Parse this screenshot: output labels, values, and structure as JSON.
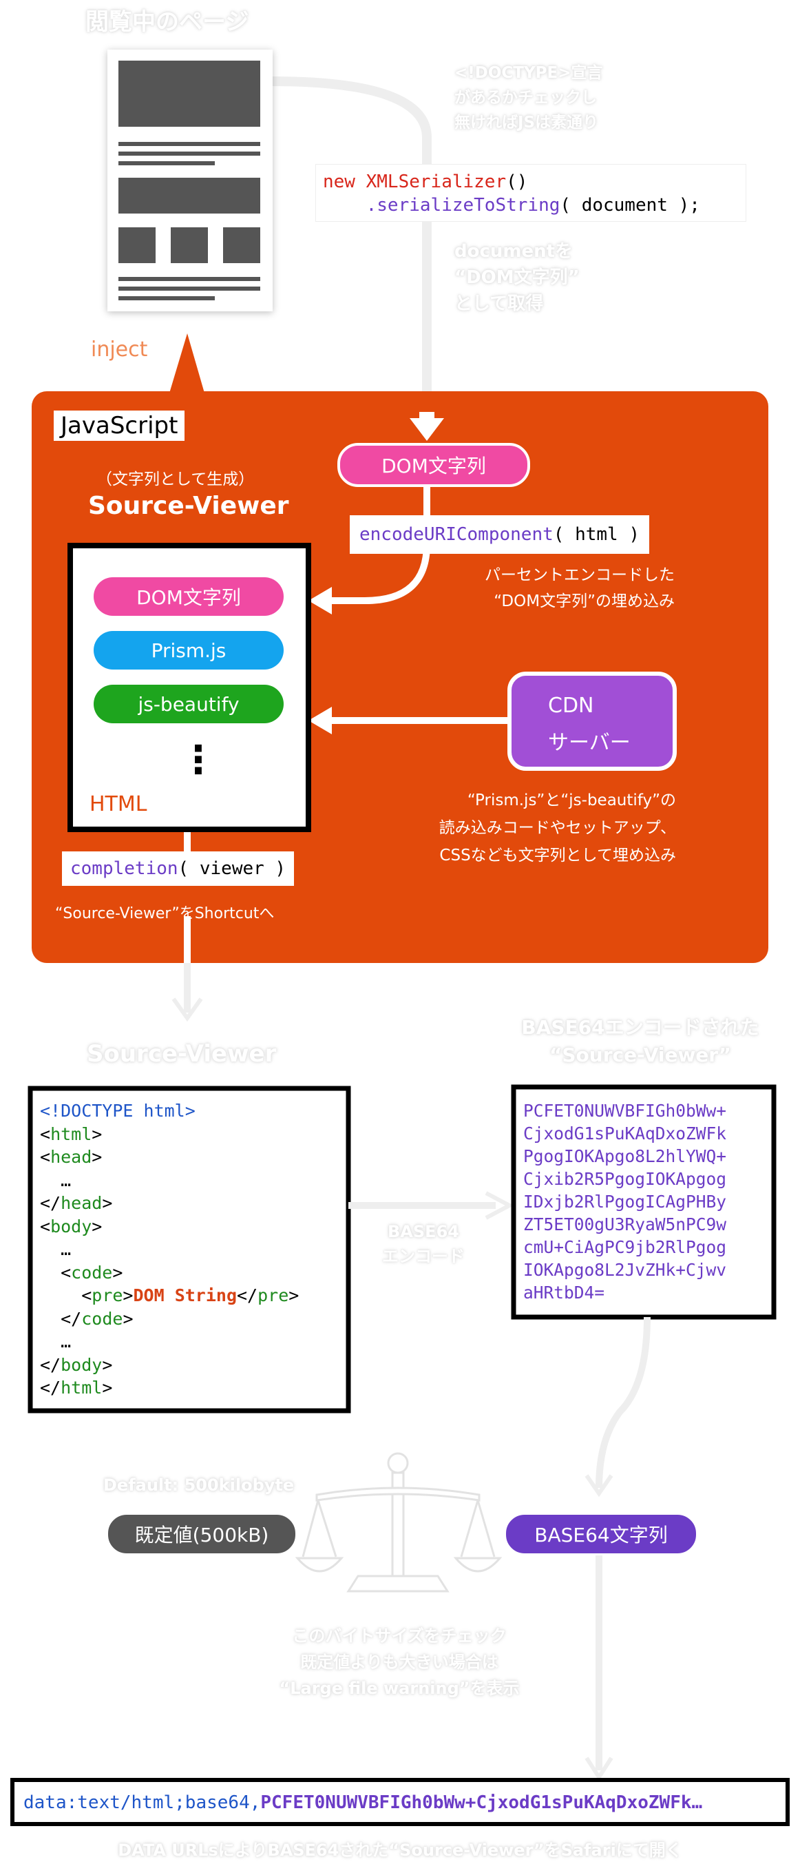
{
  "browser": {
    "title": "閲覧中のページ",
    "note": [
      "<!DOCTYPE>宣言",
      "があるかチェックし",
      "無ければJSは素通り"
    ],
    "doc_note": [
      "documentを",
      "“DOM文字列”",
      "として取得"
    ],
    "inject_label": "inject"
  },
  "serializer_code": {
    "kw": "new",
    "cls": "XMLSerializer",
    "l1_tail": "()",
    "method": ".serializeToString",
    "l2_tail": "( document );"
  },
  "js_block": {
    "title": "JavaScript",
    "dom_string_pill": "DOM文字列",
    "encode_fn": "encodeURIComponent",
    "encode_args": "( html )",
    "encode_note": [
      "パーセントエンコードした",
      "“DOM文字列”の埋め込み"
    ],
    "viewer_caption": "（文字列として生成）",
    "viewer_title": "Source-Viewer",
    "html_items": [
      "DOM文字列",
      "Prism.js",
      "js-beautify"
    ],
    "ellipsis": "⋮",
    "html_label": "HTML",
    "cdn_label": [
      "CDN",
      "サーバー"
    ],
    "cdn_note": [
      "“Prism.js”と“js-beautify”の",
      "読み込みコードやセットアップ、",
      "CSSなども文字列として埋め込み"
    ],
    "completion_fn": "completion",
    "completion_args": "( viewer )",
    "completion_note": "“Source-Viewer”をShortcutへ"
  },
  "source_viewer": {
    "title": "Source-Viewer",
    "lines": {
      "doctype": "<!DOCTYPE html>",
      "html_open": "html",
      "head_open": "head",
      "ellipsis": "…",
      "head_close": "head",
      "body_open": "body",
      "code_open": "code",
      "pre_open": "pre",
      "dom_string": "DOM String",
      "pre_close": "pre",
      "code_close": "code",
      "body_close": "body",
      "html_close": "html"
    },
    "arrow_label": [
      "BASE64",
      "エンコード"
    ]
  },
  "base64_block": {
    "title": [
      "BASE64エンコードされた",
      "“Source-Viewer”"
    ],
    "lines": [
      "PCFET0NUWVBFIGh0bWw+",
      "CjxodG1sPuKAqDxoZWFk",
      "PgogIOKApgo8L2hlYWQ+",
      "Cjxib2R5PgogIOKApgog",
      "IDxjb2RlPgogICAgPHBy",
      "ZT5ET00gU3RyaW5nPC9w",
      "cmU+CiAgPC9jb2RlPgog",
      "IOKApgo8L2JvZHk+Cjwv",
      "aHRtbD4="
    ]
  },
  "compare": {
    "default_note": "Default: 500kilobyte",
    "default_pill": "既定値(500kB)",
    "base64_pill": "BASE64文字列",
    "scale_note": [
      "このバイトサイズをチェック",
      "既定値よりも大きい場合は",
      "“Large file warning”を表示"
    ]
  },
  "data_url": {
    "prefix": "data:text/html;base64,",
    "value": "PCFET0NUWVBFIGh0bWw+CjxodG1sPuKAqDxoZWFk…",
    "caption": "DATA URLsによりBASE64された“Source-Viewer”をSafariにて開く"
  },
  "colors": {
    "orange": "#e24a0b",
    "pink": "#f04aa3",
    "sky": "#14a4ee",
    "green": "#1ea51e",
    "purple": "#a14fd6",
    "deep_purple": "#6b3cc6",
    "dark_gray": "#555555"
  },
  "icons": [
    "webpage-icon",
    "scales-icon"
  ]
}
